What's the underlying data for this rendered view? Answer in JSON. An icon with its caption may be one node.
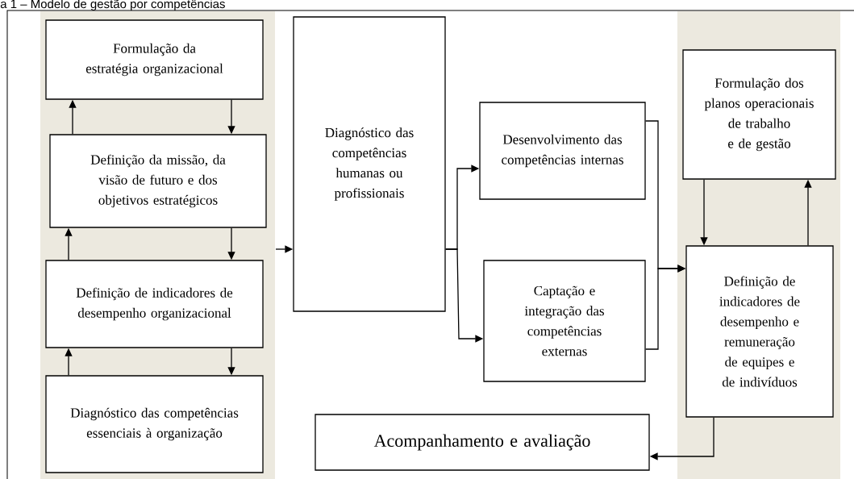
{
  "diagram": {
    "title": "a 1 – Modelo de gestão por competências",
    "nodes": [
      {
        "text": [
          "Formulação da estratégia organizacional"
        ]
      },
      {
        "text": [
          "Definição da missão, da visão de futuro e dos objetivos estratégicos"
        ]
      },
      {
        "text": [
          "Definição de indicadores de desempenho organizacional"
        ]
      },
      {
        "text": [
          "Diagnóstico das competências essenciais à organização"
        ]
      },
      {
        "text": [
          "Diagnóstico das competências humanas ou profissionais"
        ]
      },
      {
        "text": [
          "Desenvolvimento das competências internas"
        ]
      },
      {
        "text": [
          "Captação e integração das competências externas"
        ]
      },
      {
        "text": [
          "Formulação dos planos operacionais de trabalho e de gestão"
        ]
      },
      {
        "text": [
          "Definição de indicadores de desempenho e remuneração de equipes e de indivíduos"
        ]
      },
      {
        "text": [
          "Acompanhamento e avaliação"
        ]
      }
    ],
    "edges": [
      {
        "from": 0,
        "to": 1,
        "arrow": "to"
      },
      {
        "from": 1,
        "to": 0,
        "arrow": "to"
      },
      {
        "from": 1,
        "to": 2,
        "arrow": "to"
      },
      {
        "from": 2,
        "to": 1,
        "arrow": "to"
      },
      {
        "from": 2,
        "to": 3,
        "arrow": "to"
      },
      {
        "from": 3,
        "to": 2,
        "arrow": "to"
      },
      {
        "from": null,
        "to": 4,
        "arrow": "to"
      },
      {
        "from": 4,
        "to": 5,
        "arrow": "to"
      },
      {
        "from": 4,
        "to": 6,
        "arrow": "to"
      },
      {
        "from": 5,
        "to": 8,
        "arrow": "to"
      },
      {
        "from": 6,
        "to": 8,
        "arrow": "to"
      },
      {
        "from": 7,
        "to": 8,
        "arrow": "to"
      },
      {
        "from": 8,
        "to": 7,
        "arrow": "to"
      },
      {
        "from": 8,
        "to": 9,
        "arrow": "to"
      }
    ]
  }
}
